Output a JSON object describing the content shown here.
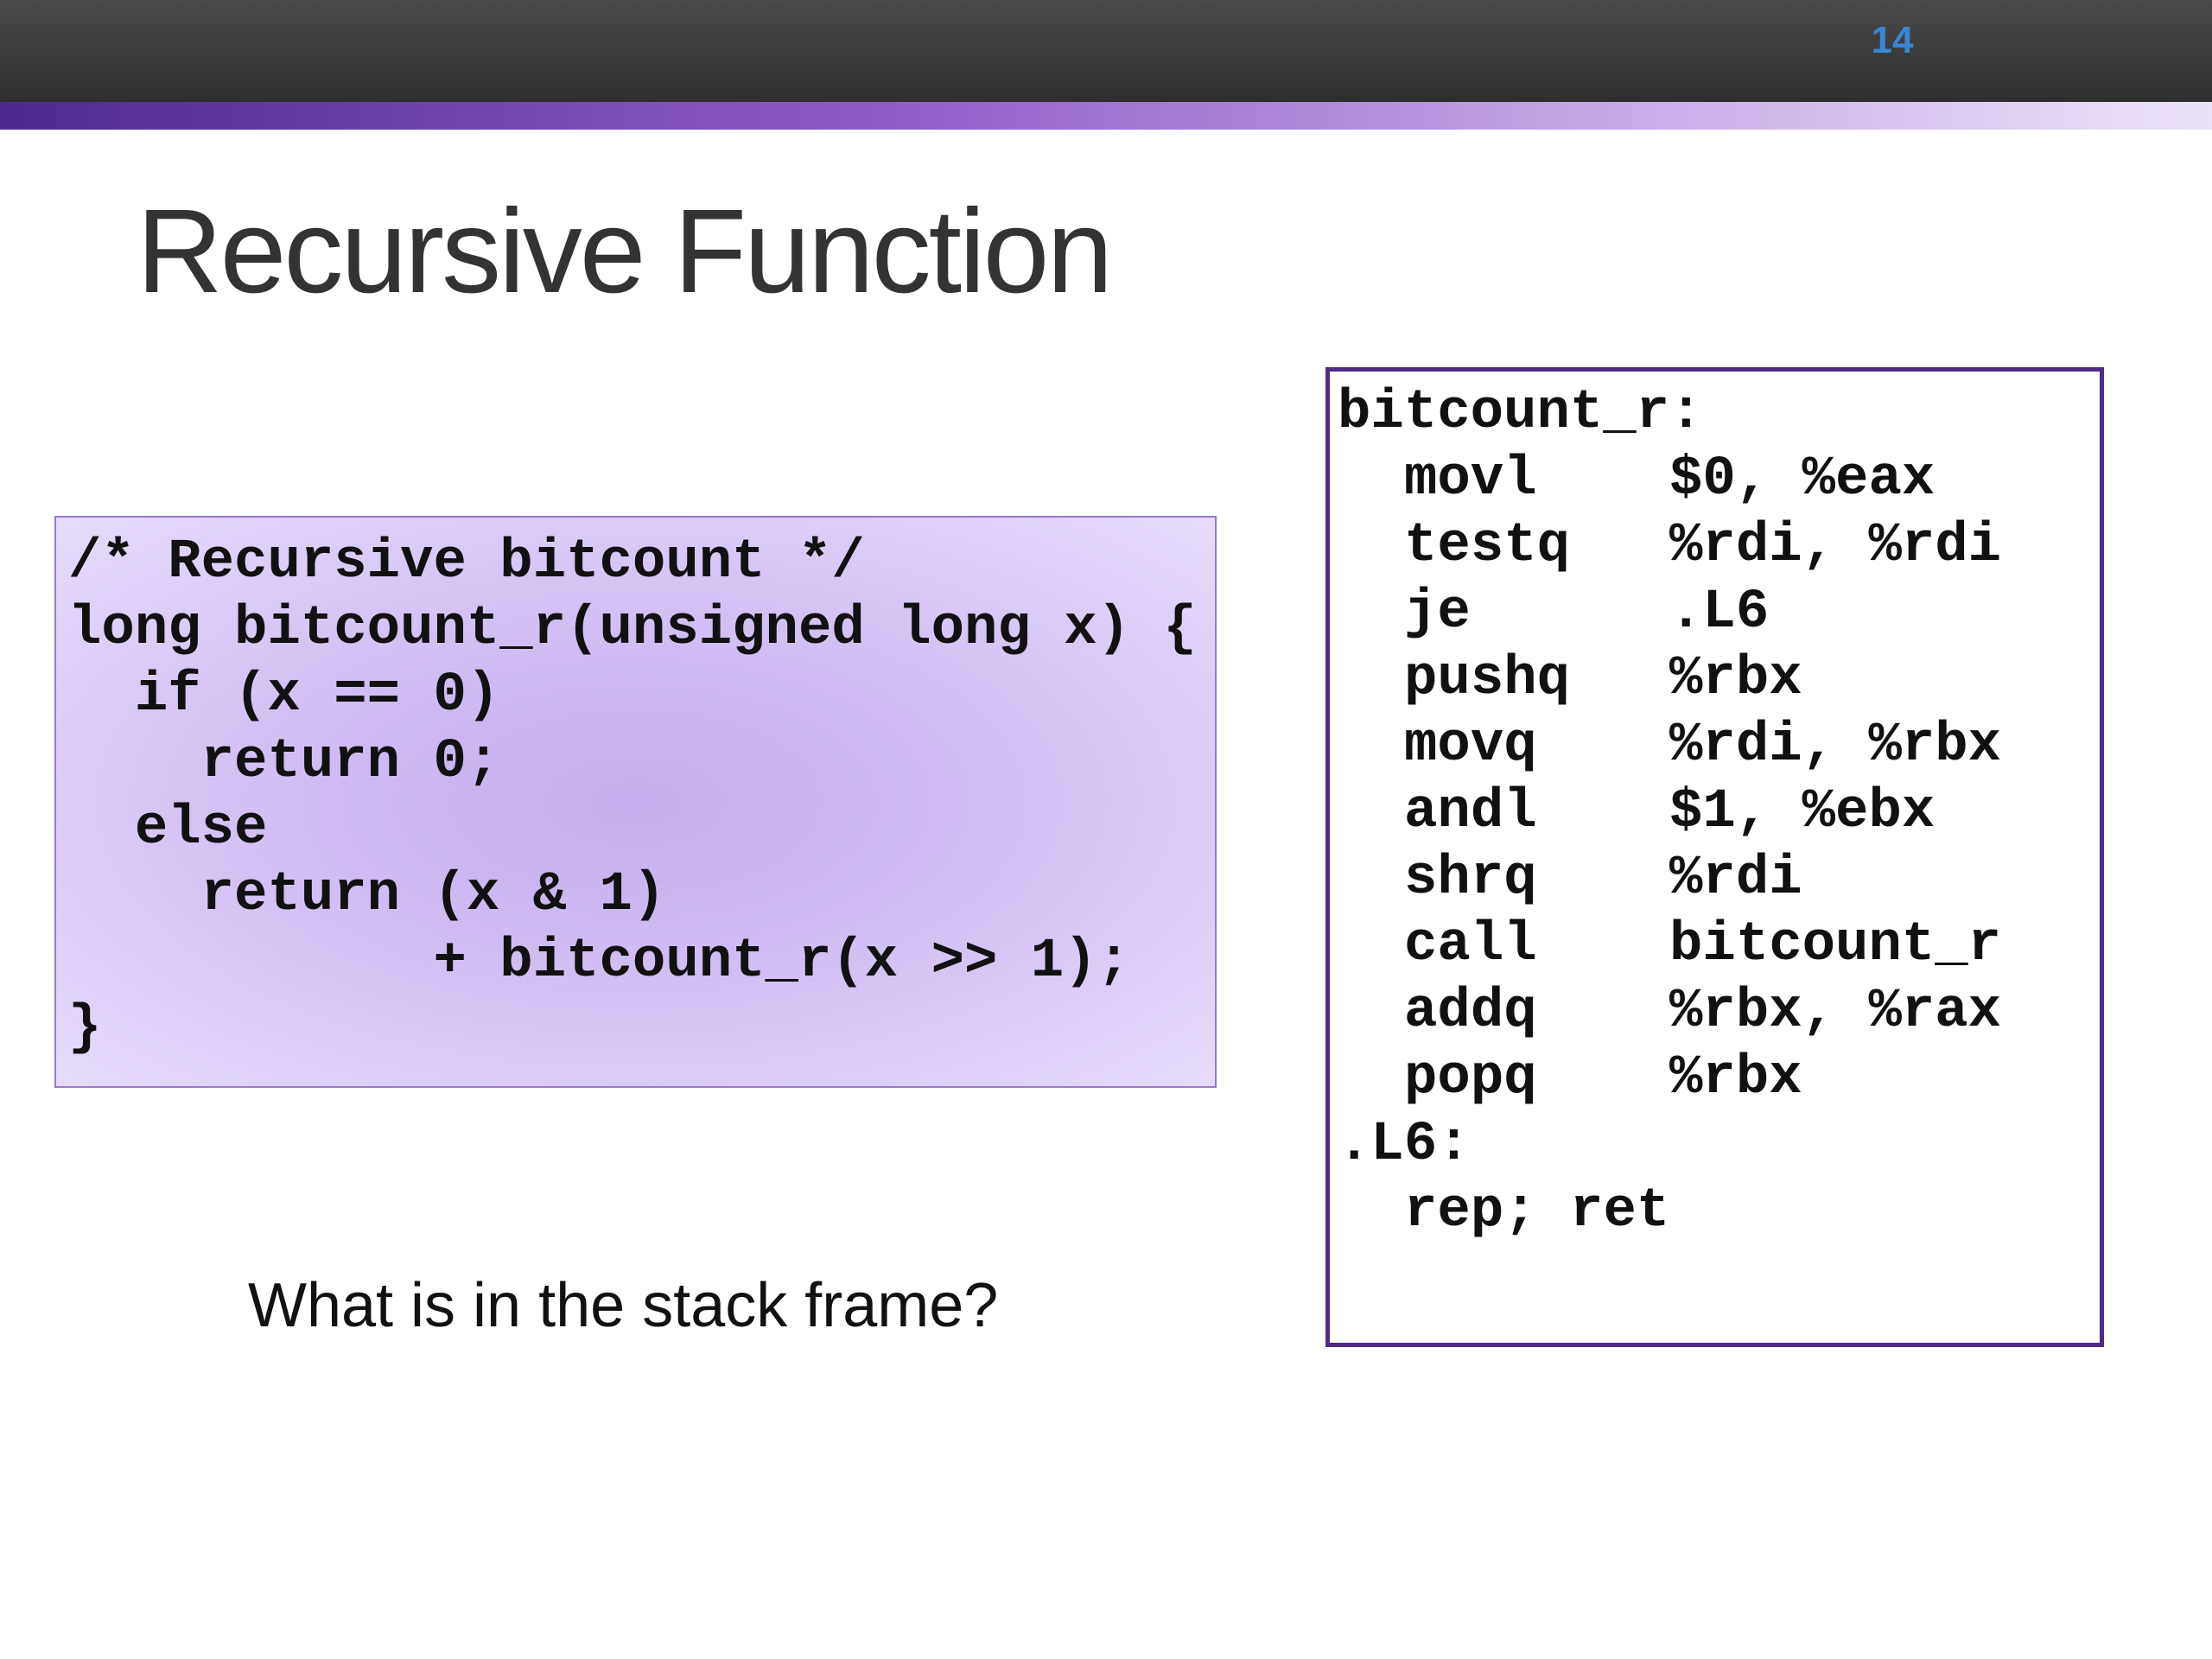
{
  "header": {
    "slide_number": "14"
  },
  "title": "Recursive Function",
  "c_code": {
    "lines": [
      "/* Recursive bitcount */",
      "long bitcount_r(unsigned long x) {",
      "  if (x == 0)",
      "    return 0;",
      "  else",
      "    return (x & 1)",
      "           + bitcount_r(x >> 1);",
      "}"
    ]
  },
  "asm": {
    "label": "bitcount_r:",
    "instructions": [
      {
        "op": "movl",
        "args": "$0, %eax"
      },
      {
        "op": "testq",
        "args": "%rdi, %rdi"
      },
      {
        "op": "je",
        "args": ".L6"
      },
      {
        "op": "pushq",
        "args": "%rbx"
      },
      {
        "op": "movq",
        "args": "%rdi, %rbx"
      },
      {
        "op": "andl",
        "args": "$1, %ebx"
      },
      {
        "op": "shrq",
        "args": "%rdi"
      },
      {
        "op": "call",
        "args": "bitcount_r"
      },
      {
        "op": "addq",
        "args": "%rbx, %rax"
      },
      {
        "op": "popq",
        "args": "%rbx"
      }
    ],
    "label2": ".L6:",
    "final": {
      "op": "rep; ret",
      "args": ""
    }
  },
  "question": "What is in the stack frame?",
  "colors": {
    "accent_purple": "#4f2a86",
    "code_box_fill": "#c4acee",
    "slide_number": "#3a86d6",
    "title_text": "#333333"
  }
}
